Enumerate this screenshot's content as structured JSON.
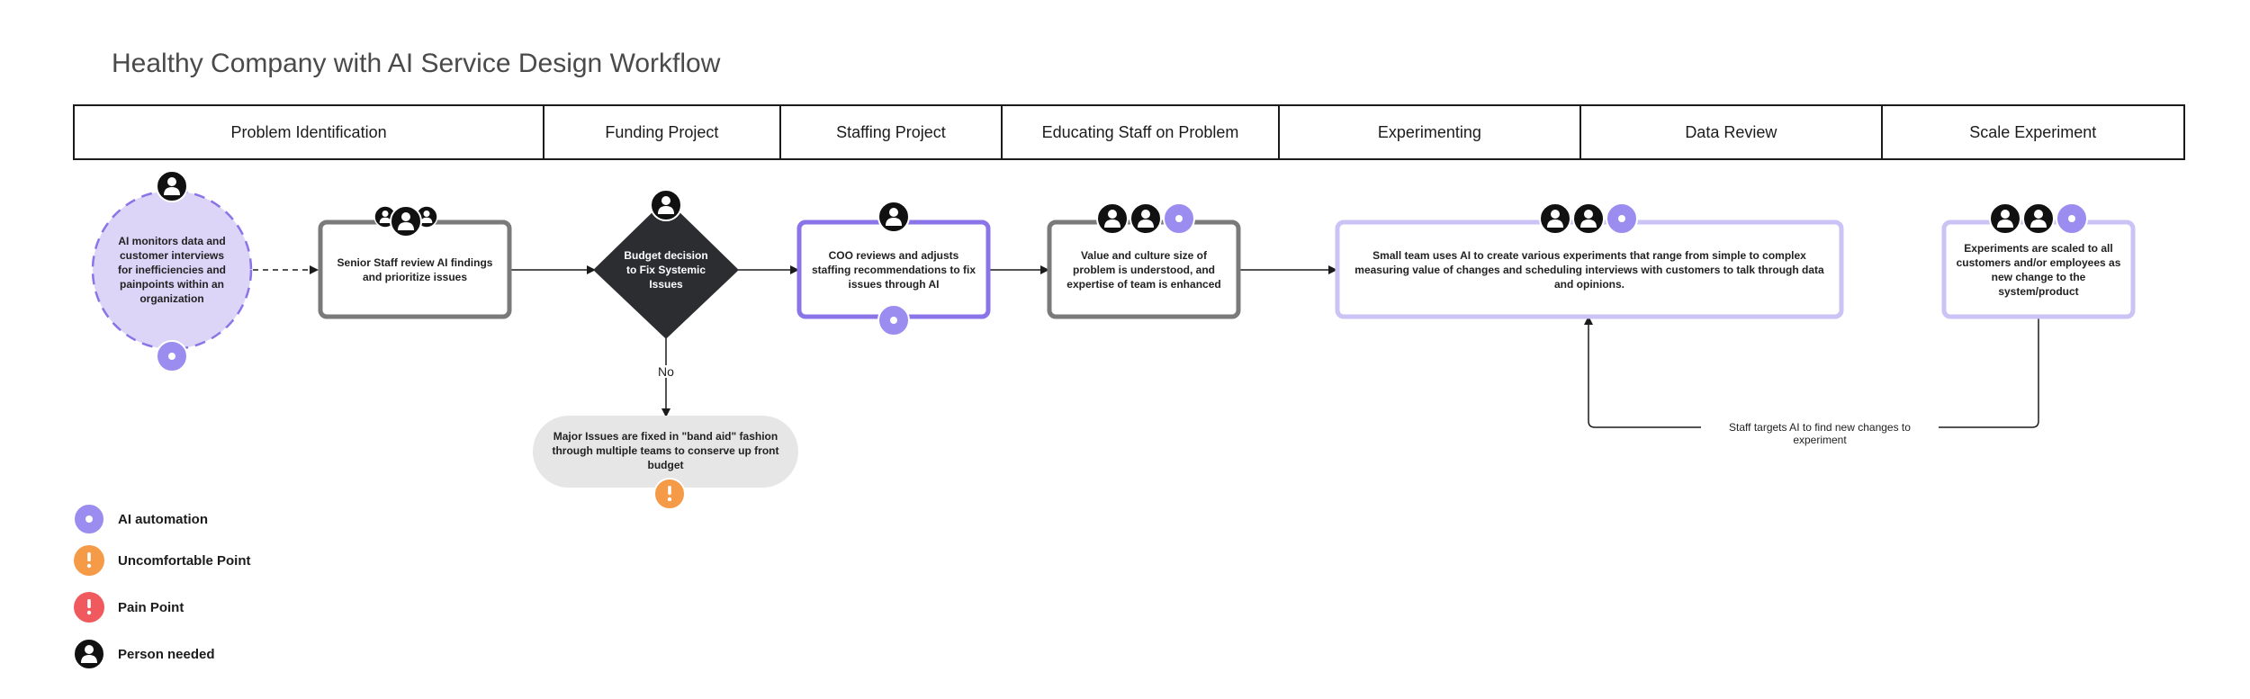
{
  "title": "Healthy Company with AI Service Design Workflow",
  "phases": [
    "Problem Identification",
    "Funding Project",
    "Staffing Project",
    "Educating Staff on Problem",
    "Experimenting",
    "Data Review",
    "Scale Experiment"
  ],
  "nodes": {
    "ai_monitor": "AI monitors data and customer interviews for inefficiencies and painpoints within an organization",
    "senior_staff": "Senior Staff review AI findings and prioritize issues",
    "budget_decision": "Budget decision to Fix Systemic Issues",
    "coo_review": "COO reviews and adjusts staffing recommendations to fix issues through AI",
    "value_culture": "Value and culture size of problem is understood, and expertise of team is enhanced",
    "small_team": "Small team uses AI to create various experiments that range from simple to complex measuring value of changes and scheduling interviews with customers to talk through data and opinions.",
    "band_aid": "Major Issues are fixed in \"band aid\" fashion through multiple teams to conserve up front budget",
    "scaled": "Experiments are scaled to all customers and/or employees as new change to the system/product"
  },
  "edge_labels": {
    "no": "No",
    "feedback": "Staff targets AI to find new changes to experiment"
  },
  "legend": [
    {
      "label": "AI automation",
      "icon": "ai-automation-icon",
      "color": "#9b8cf0"
    },
    {
      "label": "Uncomfortable Point",
      "icon": "uncomfortable-point-icon",
      "color": "#f59a46"
    },
    {
      "label": "Pain Point",
      "icon": "pain-point-icon",
      "color": "#f0595e"
    },
    {
      "label": "Person needed",
      "icon": "person-icon",
      "color": "#111111"
    }
  ],
  "colors": {
    "ai_purple": "#9b8cf0",
    "node_purple": "#8a74e8",
    "node_light_purple": "#cbc3f5",
    "node_gray": "#7a7a7a",
    "diamond_dark": "#2b2d31",
    "circle_fill": "#ddd5f8",
    "bandaid_fill": "#e6e6e6"
  }
}
